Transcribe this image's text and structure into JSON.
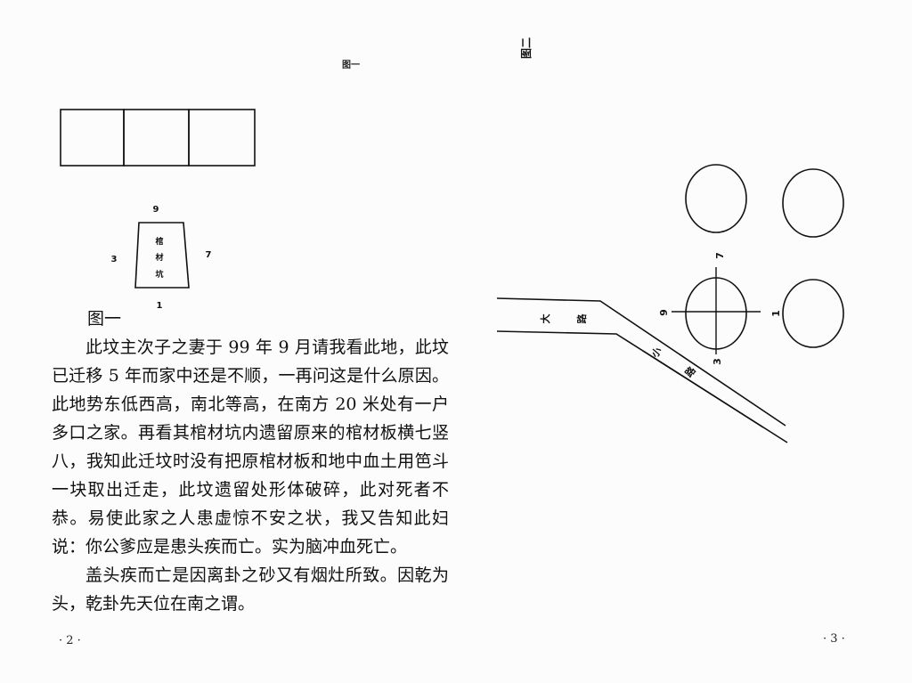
{
  "left_page": {
    "figure_1_top_caption": "图一",
    "figure_1_labels": {
      "top": "9",
      "left": "3",
      "right": "7",
      "bottom": "1",
      "pit_text": [
        "棺",
        "材",
        "坑"
      ]
    },
    "figure_1_caption": "图一",
    "paragraphs": [
      "此坟主次子之妻于 99 年 9 月请我看此地，此坟已迁移 5 年而家中还是不顺，一再问这是什么原因。此地势东低西高，南北等高，在南方 20 米处有一户多口之家。再看其棺材坑内遗留原来的棺材板横七竖八，我知此迁坟时没有把原棺材板和地中血土用笆斗一块取出迁走，此坟遗留处形体破碎，此对死者不恭。易使此家之人患虚惊不安之状，我又告知此妇说：你公爹应是患头疾而亡。实为脑冲血死亡。",
      "盖头疾而亡是因离卦之砂又有烟灶所致。因乾为头，乾卦先天位在南之谓。"
    ],
    "page_number": "· 2 ·"
  },
  "right_page": {
    "figure_2_caption": "图二",
    "crosshair_labels": {
      "top": "7",
      "left": "9",
      "right": "1",
      "bottom": "3"
    },
    "road_labels": {
      "big_road": [
        "大",
        "路"
      ],
      "small_road": [
        "小",
        "路"
      ]
    },
    "page_number": "· 3 ·"
  }
}
